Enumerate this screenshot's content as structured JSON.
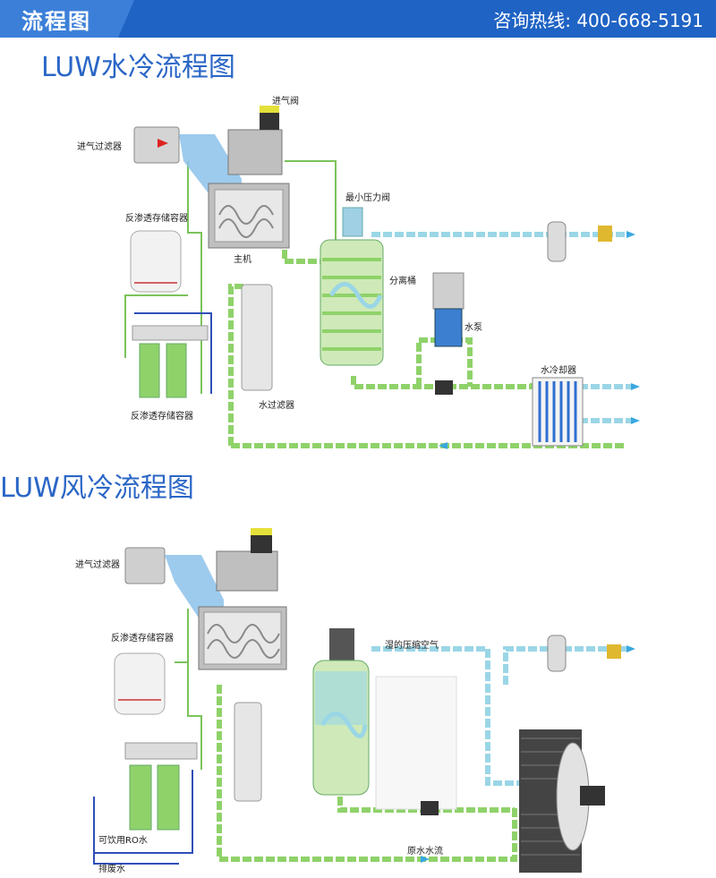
{
  "header": {
    "title": "流程图",
    "hotline": "咨询热线: 400-668-5191"
  },
  "water_cooled": {
    "title": "LUW水冷流程图",
    "labels": {
      "intake_valve": "进气阀",
      "intake_filter": "进气过滤器",
      "ro_tank_top": "反渗透存储容器",
      "main_unit": "主机",
      "min_pressure_valve": "最小压力阀",
      "separator": "分离桶",
      "water_pump": "水泵",
      "water_cooler": "水冷却器",
      "water_filter": "水过滤器",
      "ro_tank_bottom": "反渗透存储容器"
    }
  },
  "air_cooled": {
    "title": "LUW风冷流程图",
    "labels": {
      "intake_filter": "进气过滤器",
      "ro_tank": "反渗透存储容器",
      "wet_air": "湿的压缩空气",
      "drinkable_ro_water": "可饮用RO水",
      "drain_water": "排废水",
      "raw_water": "原水水流"
    }
  },
  "colors": {
    "header": "#1f63c4",
    "title": "#2a66c6",
    "water_line": "#8fd26a",
    "air_line": "#9ad6e6",
    "blue_line": "#2f4fb8"
  }
}
